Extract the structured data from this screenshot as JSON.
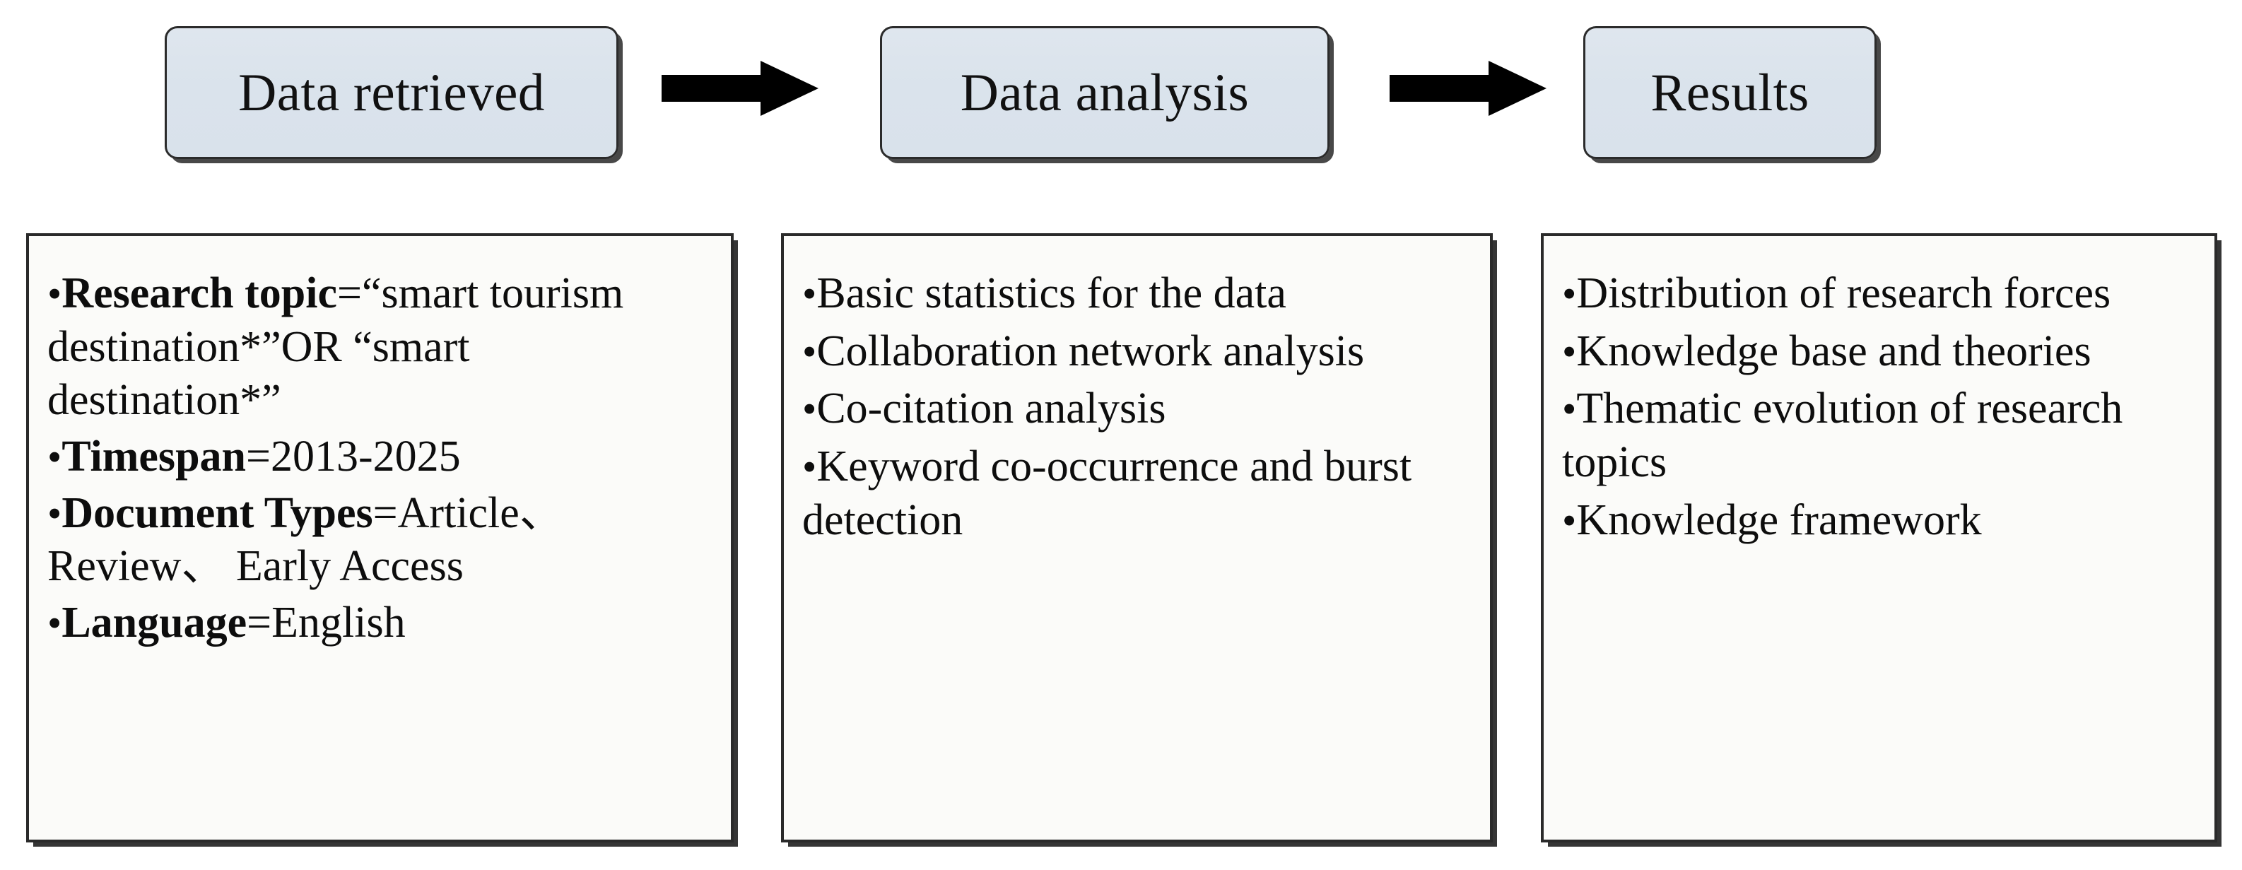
{
  "diagram": {
    "title": "Research workflow flowchart",
    "accent_fill": "#dae3ec",
    "border_color": "#2a2a2a",
    "detail_fill": "#fbfbf9",
    "arrow_color": "#000000"
  },
  "stages": [
    {
      "id": "data-retrieved",
      "label": "Data retrieved"
    },
    {
      "id": "data-analysis",
      "label": "Data analysis"
    },
    {
      "id": "results",
      "label": "Results"
    }
  ],
  "arrows": [
    {
      "id": "arrow-1",
      "from": "data-retrieved",
      "to": "data-analysis",
      "glyph": "right-arrow"
    },
    {
      "id": "arrow-2",
      "from": "data-analysis",
      "to": "results",
      "glyph": "right-arrow"
    }
  ],
  "details": [
    {
      "id": "detail-data-retrieved",
      "items": [
        {
          "bullet": "•",
          "lead": "Research topic",
          "rest": "=“smart tourism destination*”OR “smart destination*”"
        },
        {
          "bullet": "•",
          "lead": "Timespan",
          "rest": "=2013-2025"
        },
        {
          "bullet": "•",
          "lead": "Document Types",
          "rest": "=Article、Review、 Early Access"
        },
        {
          "bullet": "•",
          "lead": "Language",
          "rest": "=English"
        }
      ]
    },
    {
      "id": "detail-data-analysis",
      "items": [
        {
          "bullet": "•",
          "lead": "",
          "rest": "Basic statistics for the data"
        },
        {
          "bullet": "•",
          "lead": "",
          "rest": "Collaboration network analysis"
        },
        {
          "bullet": "•",
          "lead": "",
          "rest": "Co-citation analysis"
        },
        {
          "bullet": "•",
          "lead": "",
          "rest": "Keyword co-occurrence and burst detection"
        }
      ]
    },
    {
      "id": "detail-results",
      "items": [
        {
          "bullet": "•",
          "lead": "",
          "rest": "Distribution of research forces"
        },
        {
          "bullet": "•",
          "lead": "",
          "rest": "Knowledge base and theories"
        },
        {
          "bullet": "•",
          "lead": "",
          "rest": "Thematic evolution of research topics"
        },
        {
          "bullet": "•",
          "lead": "",
          "rest": "Knowledge framework"
        }
      ]
    }
  ]
}
